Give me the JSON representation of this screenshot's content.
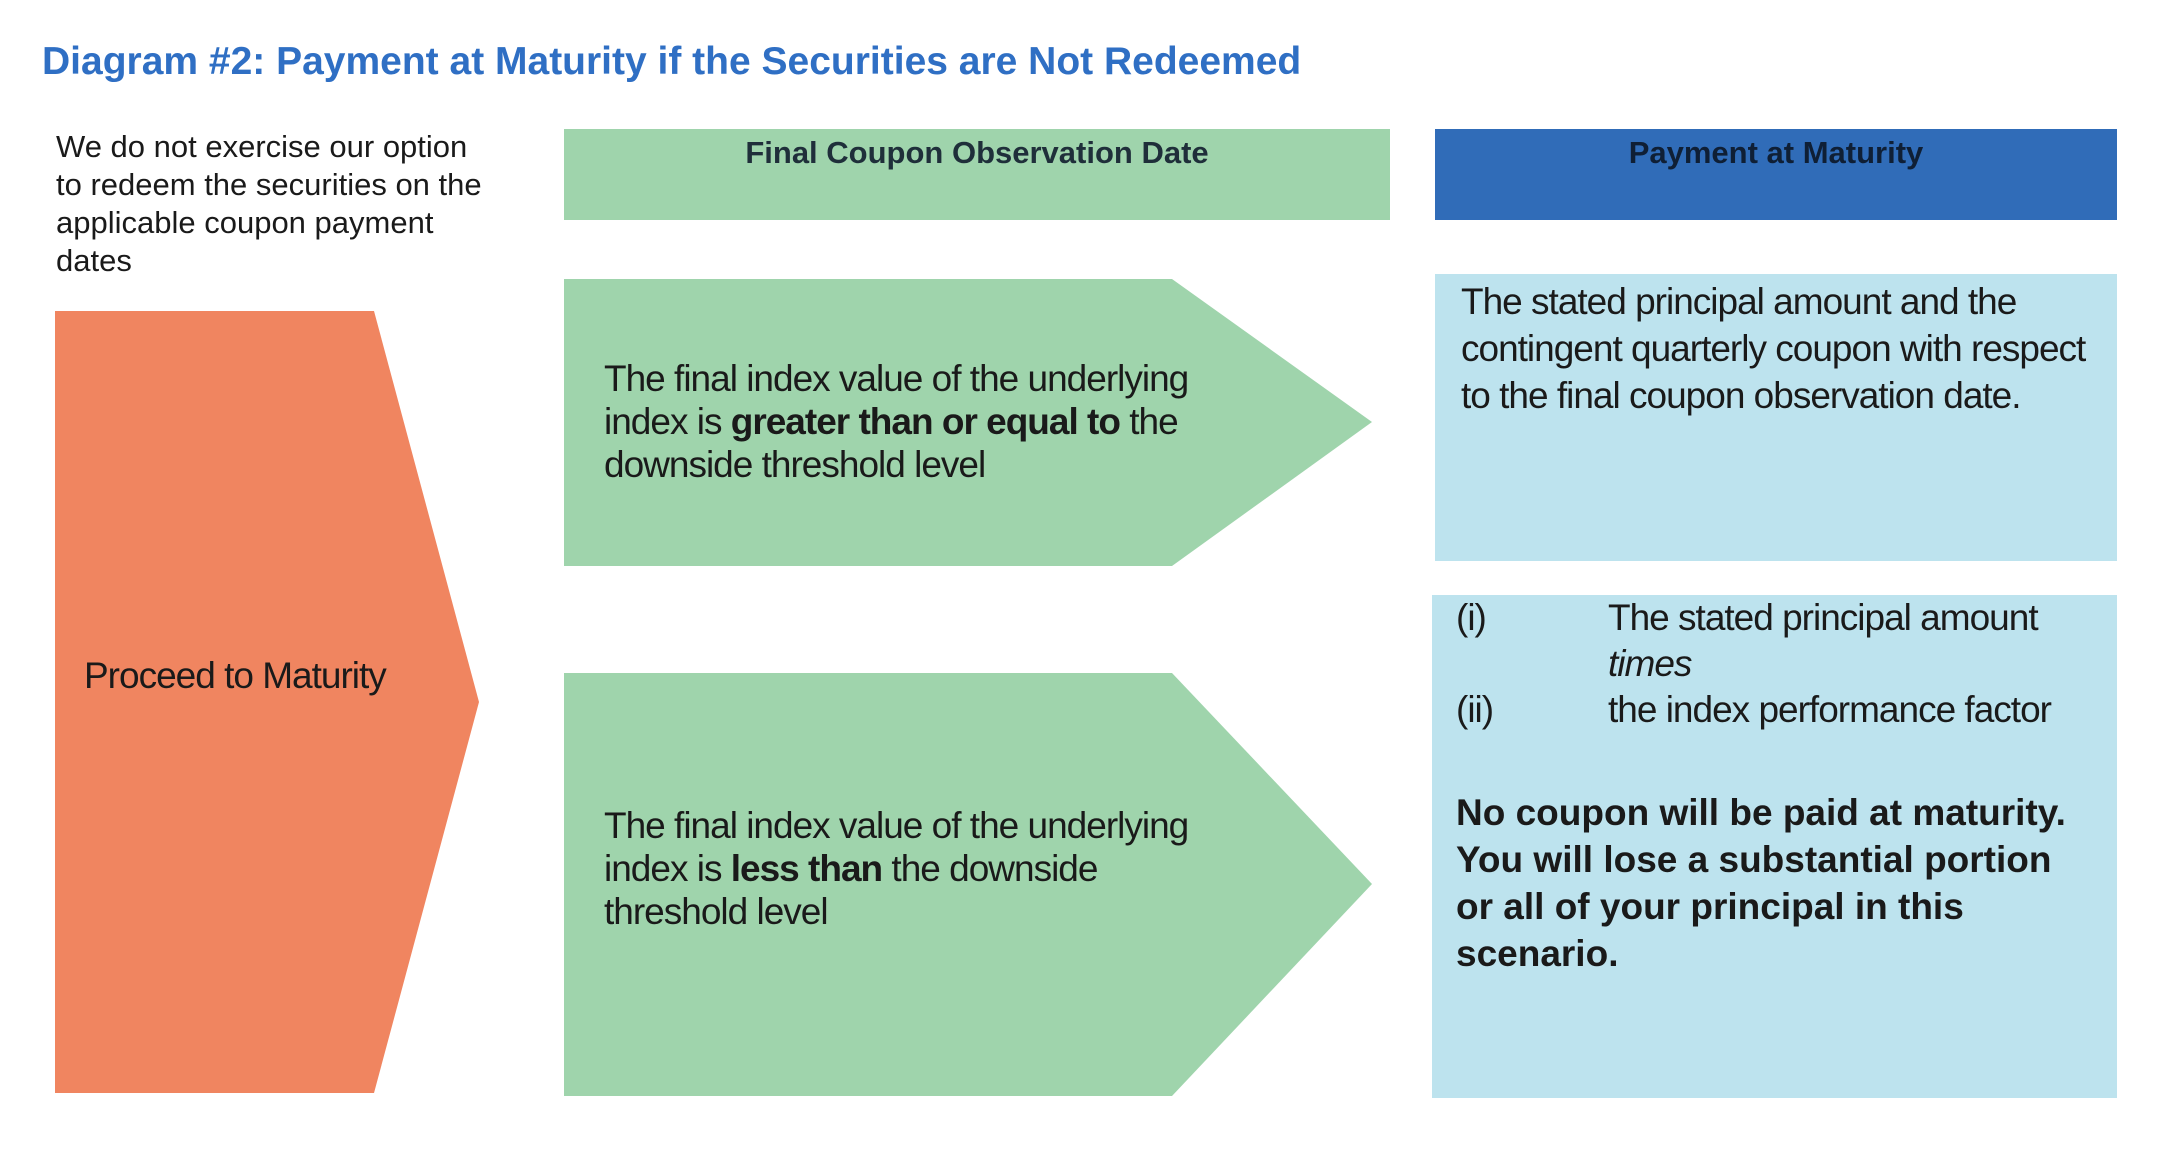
{
  "title": "Diagram #2: Payment at Maturity if the Securities are Not Redeemed",
  "intro_text": "We do not exercise our option to redeem the securities on the applicable coupon payment dates",
  "headers": {
    "observation": "Final Coupon Observation Date",
    "payment": "Payment at Maturity"
  },
  "proceed_label": "Proceed to Maturity",
  "scenario_1": {
    "pre": "The final index value of the underlying index is ",
    "bold": "greater than or equal to",
    "post": " the downside threshold level",
    "payment": "The stated principal amount and the contingent quarterly coupon with respect to the final coupon observation date."
  },
  "scenario_2": {
    "pre": "The final index value of the underlying index is ",
    "bold": "less than",
    "post": " the downside threshold level",
    "item_i_num": "(i)",
    "item_i_text": "The stated principal amount ",
    "item_i_italic": "times",
    "item_ii_num": "(ii)",
    "item_ii_text": "the index performance factor",
    "warning": "No coupon will be paid at maturity. You will lose a substantial portion or all of your principal in this scenario."
  },
  "colors": {
    "title": "#2f6fc4",
    "green": "#9fd4ac",
    "blue_header": "#306cb8",
    "orange": "#f08560",
    "light_blue": "#bde3ee"
  }
}
